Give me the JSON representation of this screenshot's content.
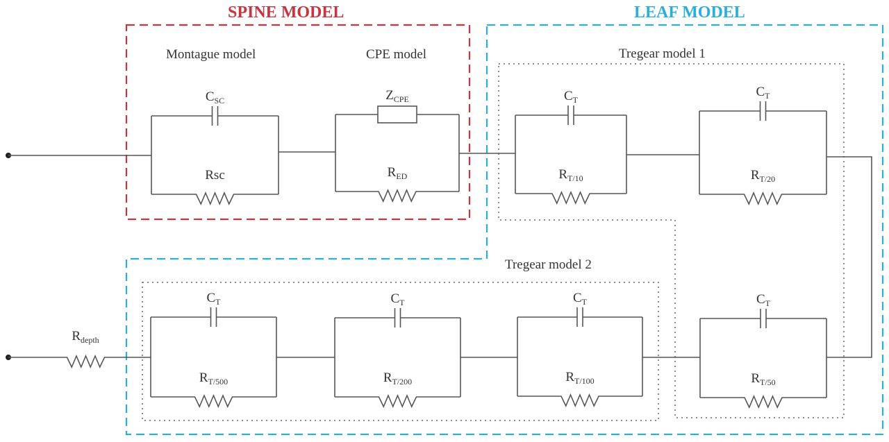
{
  "diagram": {
    "type": "equivalent-circuit",
    "colors": {
      "spine": "#c8343f",
      "leaf": "#29aee0",
      "wire": "#555555",
      "text": "#333333"
    },
    "spine_model": {
      "title": "SPINE MODEL",
      "montague": {
        "label": "Montague model",
        "capacitor": {
          "main": "C",
          "sub": "SC"
        },
        "resistor": {
          "main": "Rsc",
          "sub": ""
        }
      },
      "cpe": {
        "label": "CPE model",
        "element": {
          "main": "Z",
          "sub": "CPE"
        },
        "resistor": {
          "main": "R",
          "sub": "ED"
        }
      }
    },
    "leaf_model": {
      "title": "LEAF MODEL",
      "tregear1": {
        "label": "Tregear model 1",
        "cells": [
          {
            "cap": {
              "main": "C",
              "sub": "T"
            },
            "res": {
              "main": "R",
              "sub": "T/10"
            }
          },
          {
            "cap": {
              "main": "C",
              "sub": "T"
            },
            "res": {
              "main": "R",
              "sub": "T/20"
            }
          },
          {
            "cap": {
              "main": "C",
              "sub": "T"
            },
            "res": {
              "main": "R",
              "sub": "T/50"
            }
          }
        ]
      },
      "tregear2": {
        "label": "Tregear model 2",
        "cells": [
          {
            "cap": {
              "main": "C",
              "sub": "T"
            },
            "res": {
              "main": "R",
              "sub": "T/500"
            }
          },
          {
            "cap": {
              "main": "C",
              "sub": "T"
            },
            "res": {
              "main": "R",
              "sub": "T/200"
            }
          },
          {
            "cap": {
              "main": "C",
              "sub": "T"
            },
            "res": {
              "main": "R",
              "sub": "T/100"
            }
          }
        ]
      }
    },
    "depth_resistor": {
      "main": "R",
      "sub": "depth"
    }
  }
}
